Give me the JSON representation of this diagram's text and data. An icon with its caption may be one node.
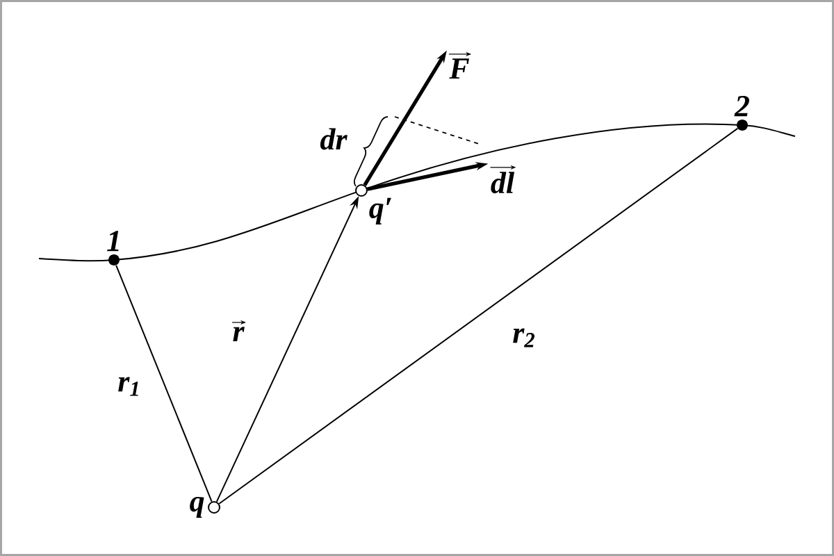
{
  "diagram": {
    "nodes": [
      {
        "text": [
          "1"
        ]
      },
      {
        "text": [
          "2"
        ]
      },
      {
        "text": [
          "q"
        ]
      },
      {
        "text": [
          "q′"
        ]
      },
      {
        "text": [
          "F"
        ]
      },
      {
        "text": [
          "dl"
        ]
      }
    ],
    "edges": [
      {
        "from": 2,
        "to": 0,
        "arrow": "none",
        "label": "r$_{1}$"
      },
      {
        "from": 2,
        "to": 3,
        "arrow": "to",
        "label": "r"
      },
      {
        "from": 2,
        "to": 1,
        "arrow": "none",
        "label": "r$_{2}$"
      },
      {
        "from": 3,
        "to": 4,
        "arrow": "to",
        "style": "thick"
      },
      {
        "from": 3,
        "to": 5,
        "arrow": "to",
        "style": "thick"
      }
    ],
    "labels": [
      "dr"
    ]
  }
}
